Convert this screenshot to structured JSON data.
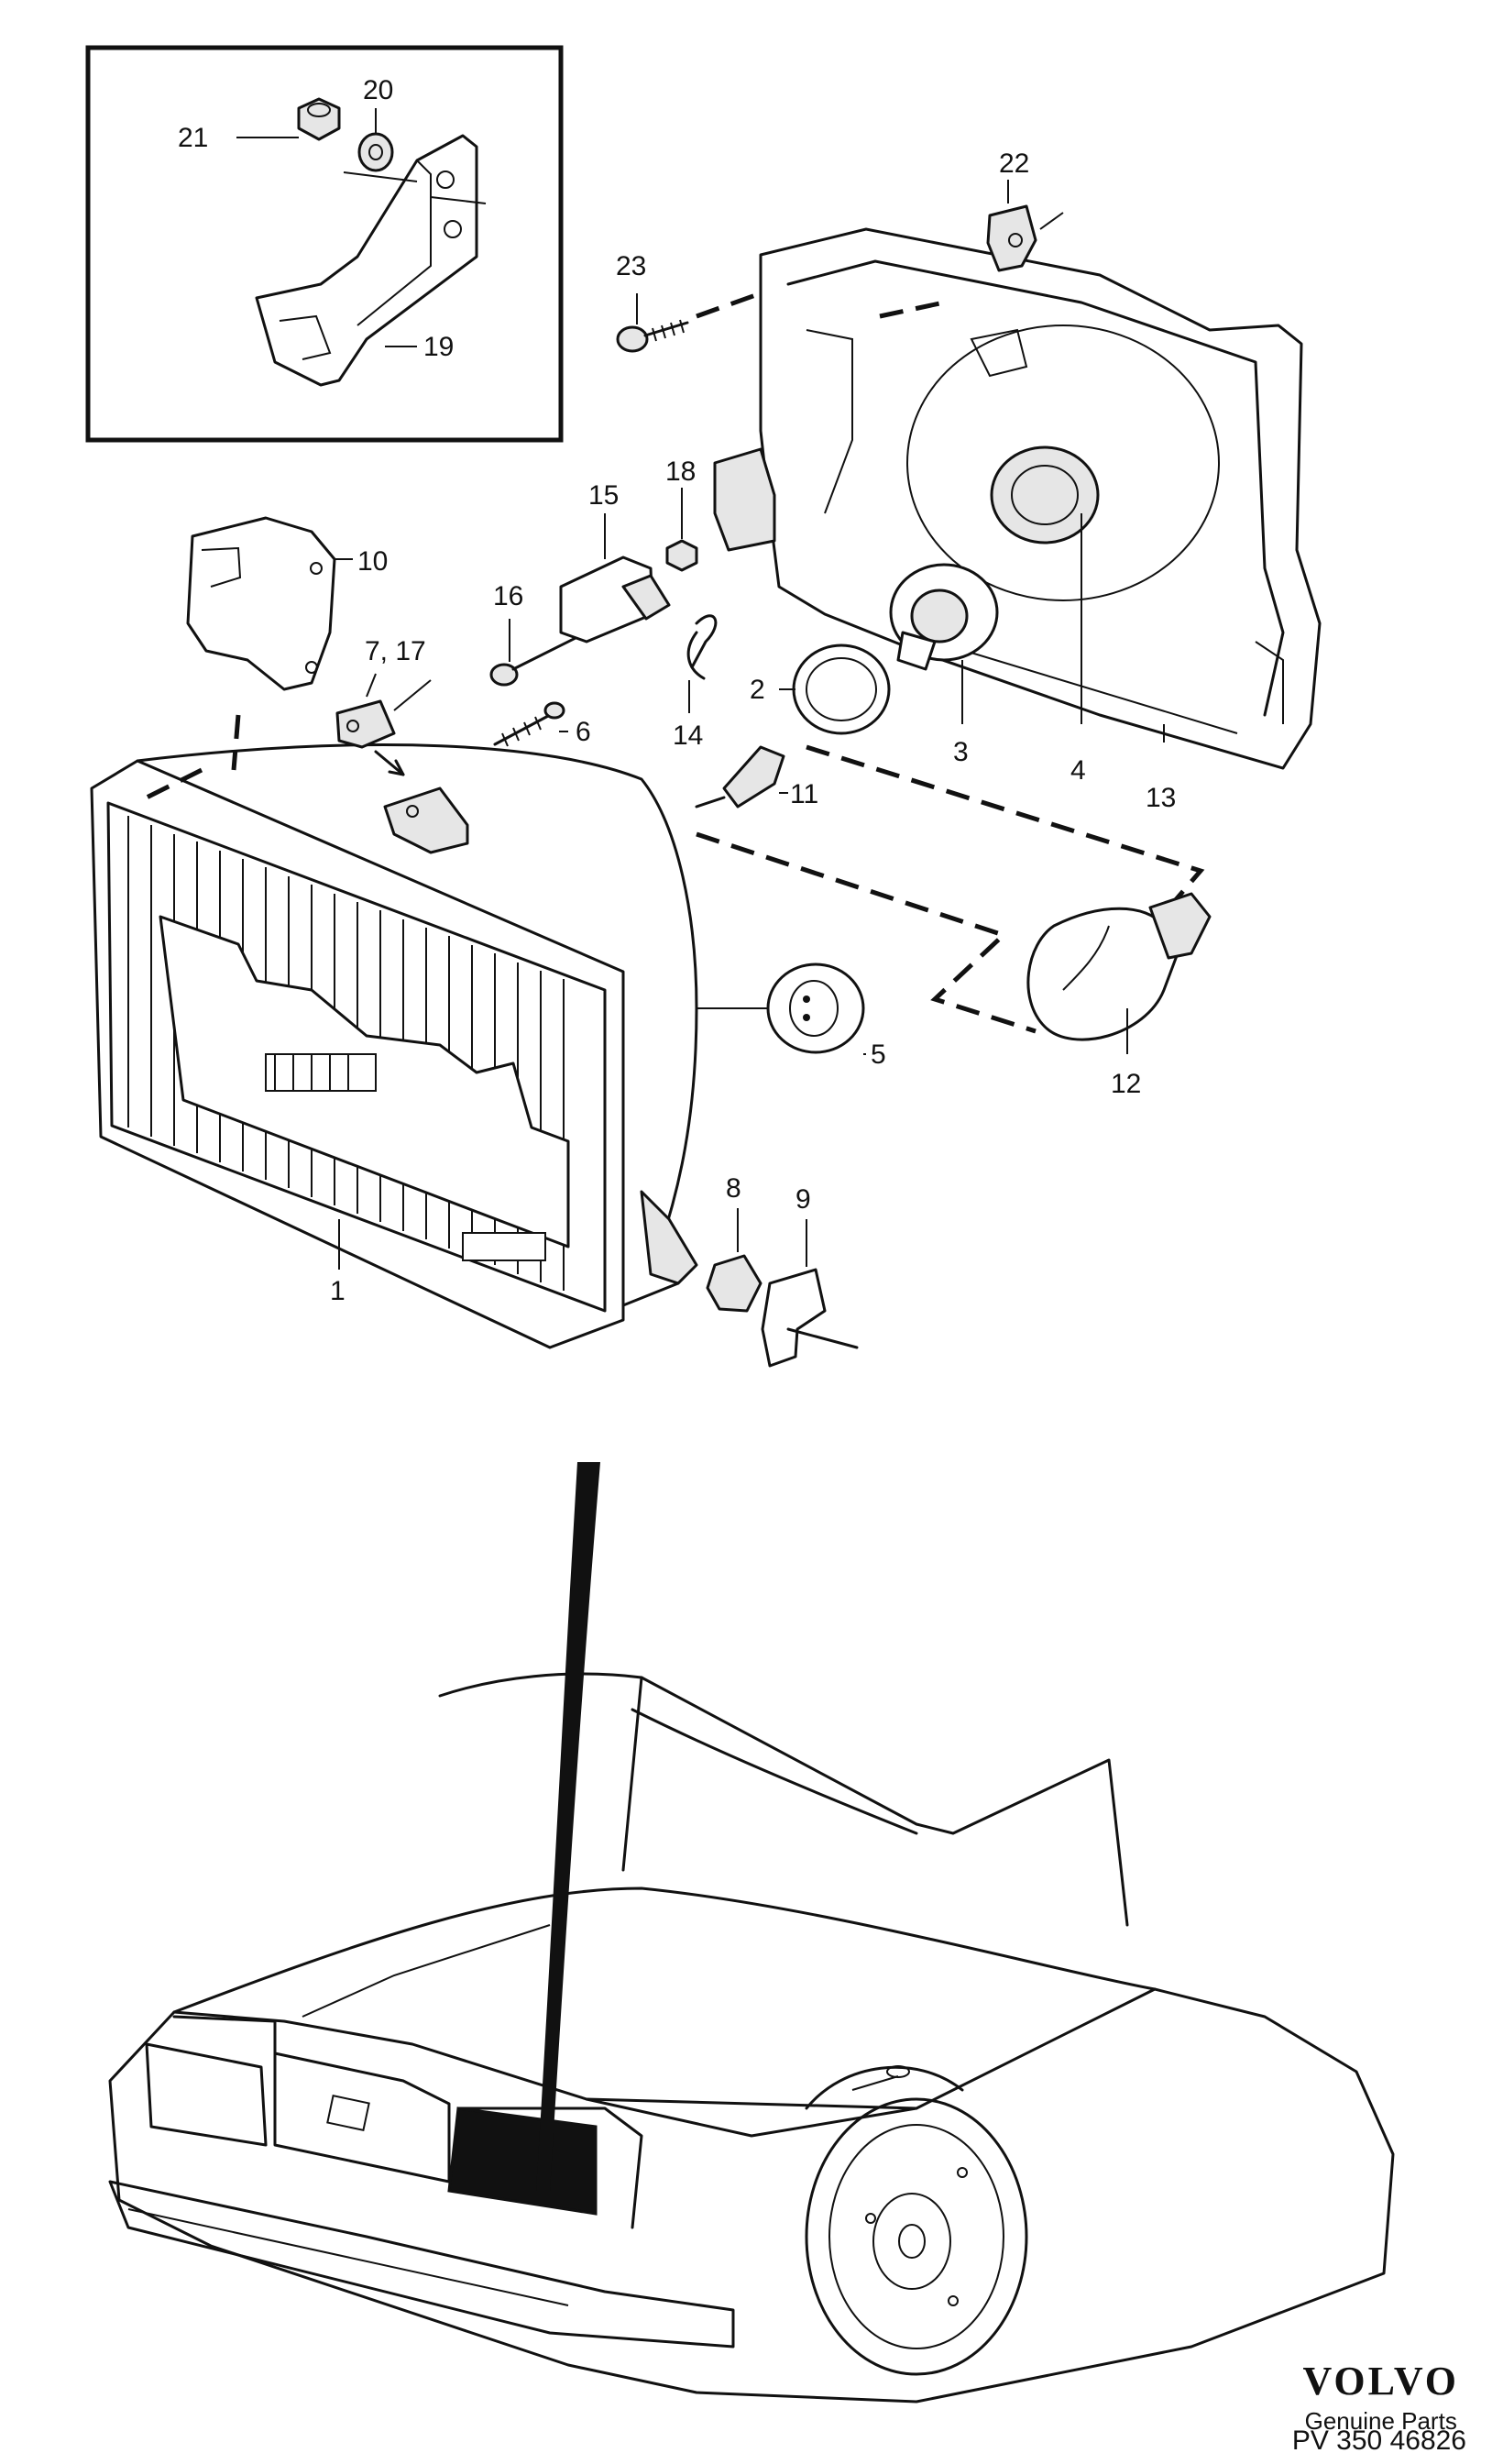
{
  "parts": {
    "p1": "1",
    "p2": "2",
    "p3": "3",
    "p4": "4",
    "p5": "5",
    "p6": "6",
    "p7_17": "7, 17",
    "p8": "8",
    "p9": "9",
    "p10": "10",
    "p11": "11",
    "p12": "12",
    "p13": "13",
    "p14": "14",
    "p15": "15",
    "p16": "16",
    "p18": "18",
    "p19": "19",
    "p20": "20",
    "p21": "21",
    "p22": "22",
    "p23": "23"
  },
  "brand": {
    "logo_text": "VOLVO",
    "subtitle": "Genuine Parts",
    "reference": "PV 350 46826"
  },
  "colors": {
    "line": "#111111",
    "background": "#ffffff"
  }
}
